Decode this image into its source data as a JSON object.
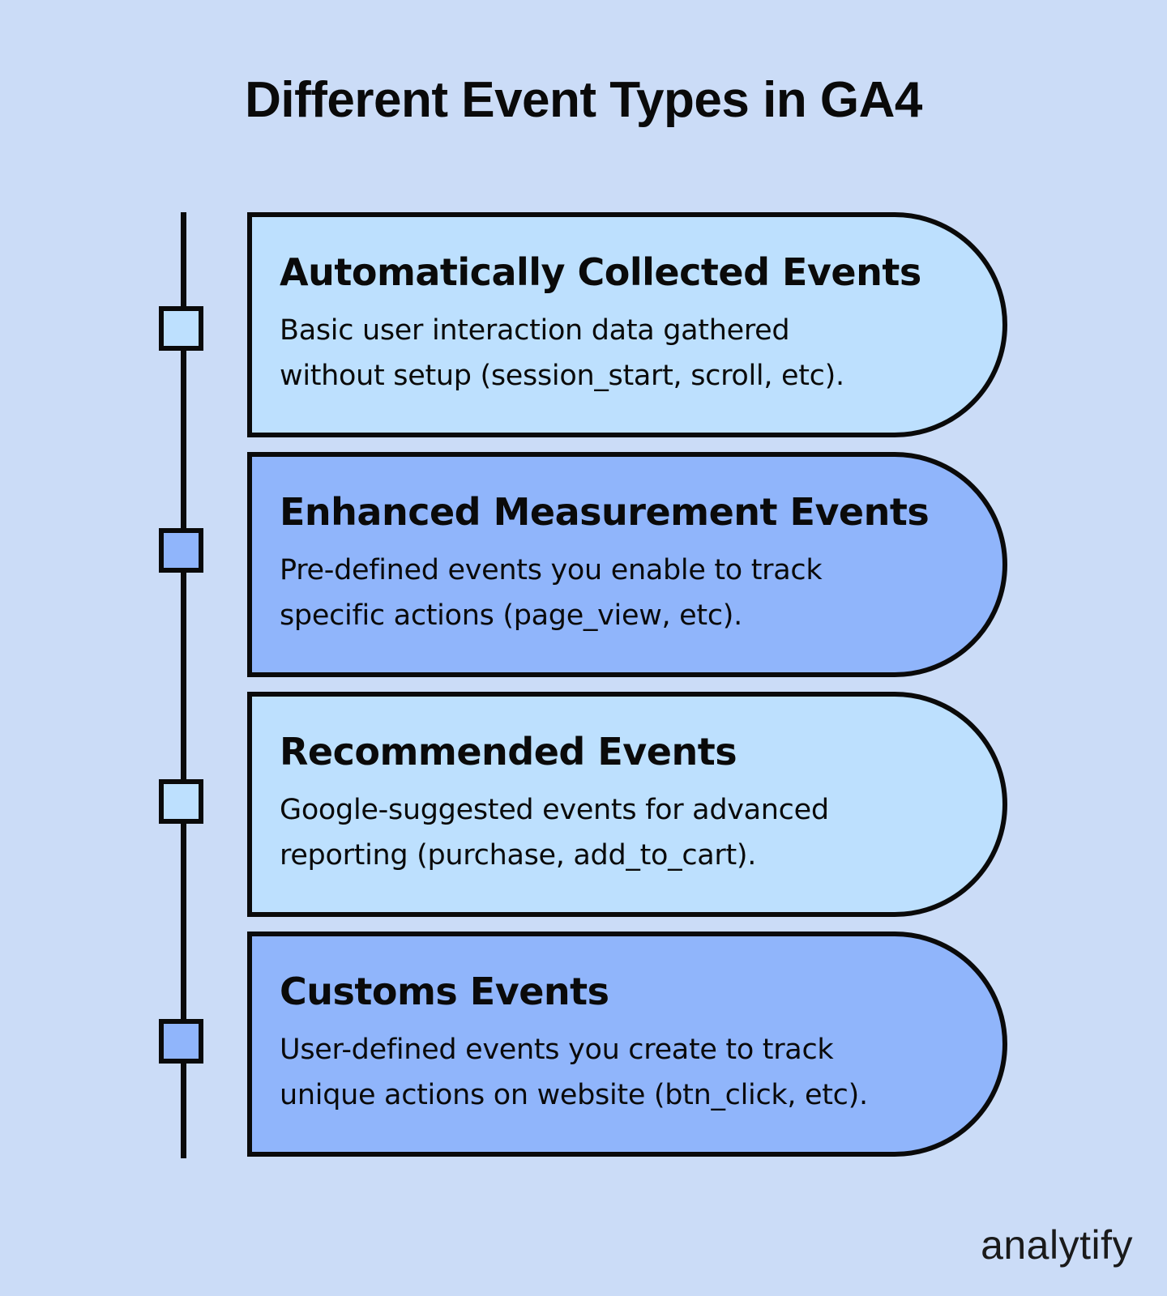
{
  "title": "Different Event Types in GA4",
  "colors": {
    "background": "#cbdcf7",
    "light_fill": "#bde0fe",
    "dark_fill": "#90b5fb",
    "outline": "#0a0a0a"
  },
  "events": [
    {
      "title": "Automatically Collected Events",
      "description_line1": "Basic user interaction data gathered",
      "description_line2": "without setup (session_start, scroll, etc)."
    },
    {
      "title": "Enhanced Measurement Events",
      "description_line1": "Pre-defined events you enable to track",
      "description_line2": "specific actions (page_view, etc)."
    },
    {
      "title": "Recommended Events",
      "description_line1": "Google-suggested events for advanced",
      "description_line2": "reporting (purchase, add_to_cart)."
    },
    {
      "title": "Customs Events",
      "description_line1": "User-defined events you create to track",
      "description_line2": "unique actions on website (btn_click, etc)."
    }
  ],
  "brand": "analytify"
}
